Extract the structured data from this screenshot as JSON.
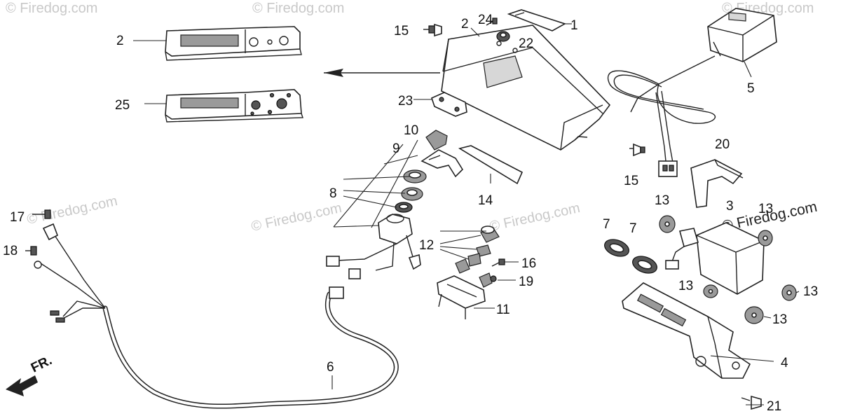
{
  "watermarks": [
    "© Firedog.com",
    "© Firedog.com",
    "© Firedog.com",
    "© Firedog.com",
    "© Firedog.com",
    "© Firedog.com",
    "© Firedog.com"
  ],
  "callouts": [
    "1",
    "2",
    "2",
    "3",
    "4",
    "5",
    "6",
    "7",
    "7",
    "8",
    "9",
    "10",
    "11",
    "12",
    "13",
    "13",
    "13",
    "13",
    "13",
    "14",
    "15",
    "15",
    "16",
    "17",
    "18",
    "19",
    "20",
    "21",
    "22",
    "23",
    "24",
    "25"
  ],
  "front_marker": "FR.",
  "colors": {
    "ink": "#222222",
    "watermark": "#c9c9c9",
    "shading": "#9a9a9a"
  }
}
